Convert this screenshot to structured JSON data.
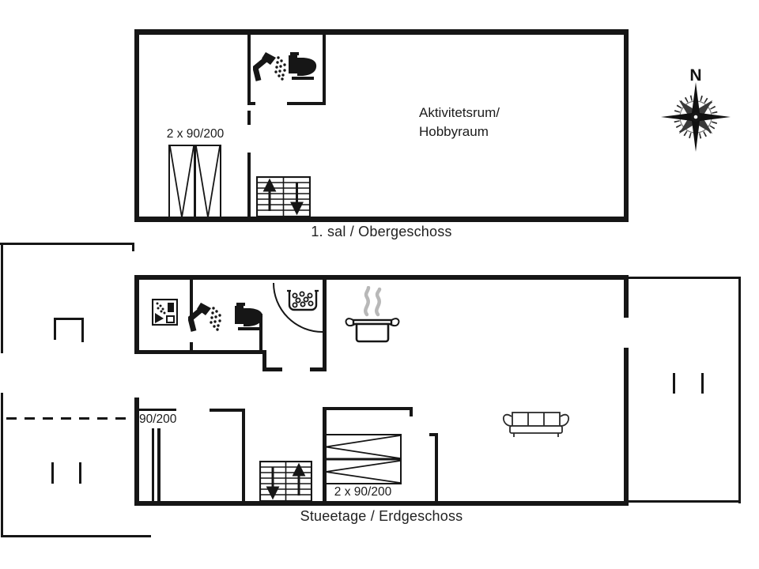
{
  "document": {
    "type": "holiday-house floor plan",
    "background": "#ffffff"
  },
  "colors": {
    "line": "#161616",
    "steam": "#b8b8b8"
  },
  "upper_floor": {
    "caption": "1. sal / Obergeschoss",
    "room_label_1": "Aktivitetsrum/",
    "room_label_2": "Hobbyraum",
    "bed_label": "2 x 90/200"
  },
  "ground_floor": {
    "caption": "Stueetage / Erdgeschoss",
    "bed_label": "2 x 90/200",
    "door_label": "90/200"
  },
  "compass": {
    "north_label": "N"
  }
}
